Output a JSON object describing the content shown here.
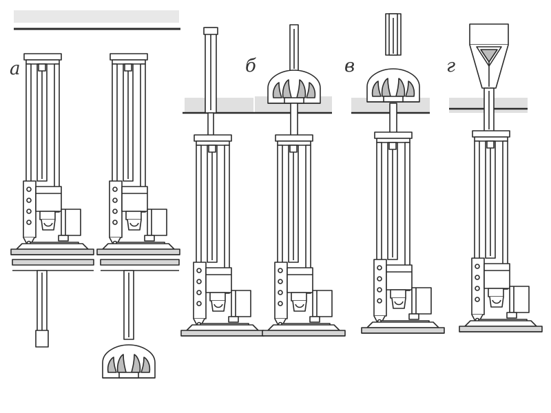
{
  "panel_labels": [
    "а",
    "б",
    "в",
    "г"
  ],
  "colors": {
    "ink": "#2a2a2a",
    "fill": "#ffffff",
    "shade": "#bdbdbd",
    "ground": "#d6d6d6"
  }
}
